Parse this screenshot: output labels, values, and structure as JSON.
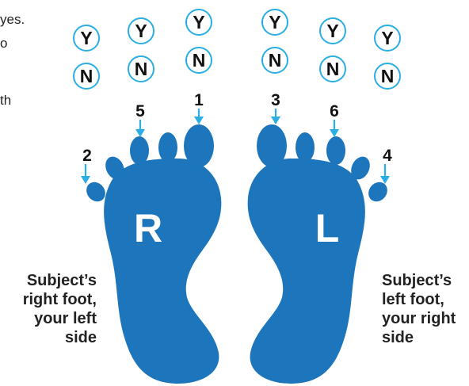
{
  "cropped_text": [
    "yes.",
    "o",
    "th"
  ],
  "toe_columns": [
    {
      "yes": "Y",
      "no": "N"
    },
    {
      "yes": "Y",
      "no": "N"
    },
    {
      "yes": "Y",
      "no": "N"
    },
    {
      "yes": "Y",
      "no": "N"
    },
    {
      "yes": "Y",
      "no": "N"
    },
    {
      "yes": "Y",
      "no": "N"
    }
  ],
  "toe_numbers": [
    "2",
    "5",
    "1",
    "3",
    "6",
    "4"
  ],
  "feet": {
    "right": {
      "letter": "R",
      "caption": [
        "Subject’s",
        "right foot,",
        "your left",
        "side"
      ]
    },
    "left": {
      "letter": "L",
      "caption": [
        "Subject’s",
        "left foot,",
        "your right",
        "side"
      ]
    }
  },
  "colors": {
    "foot": "#1d76bc",
    "accent": "#2aaee4"
  }
}
